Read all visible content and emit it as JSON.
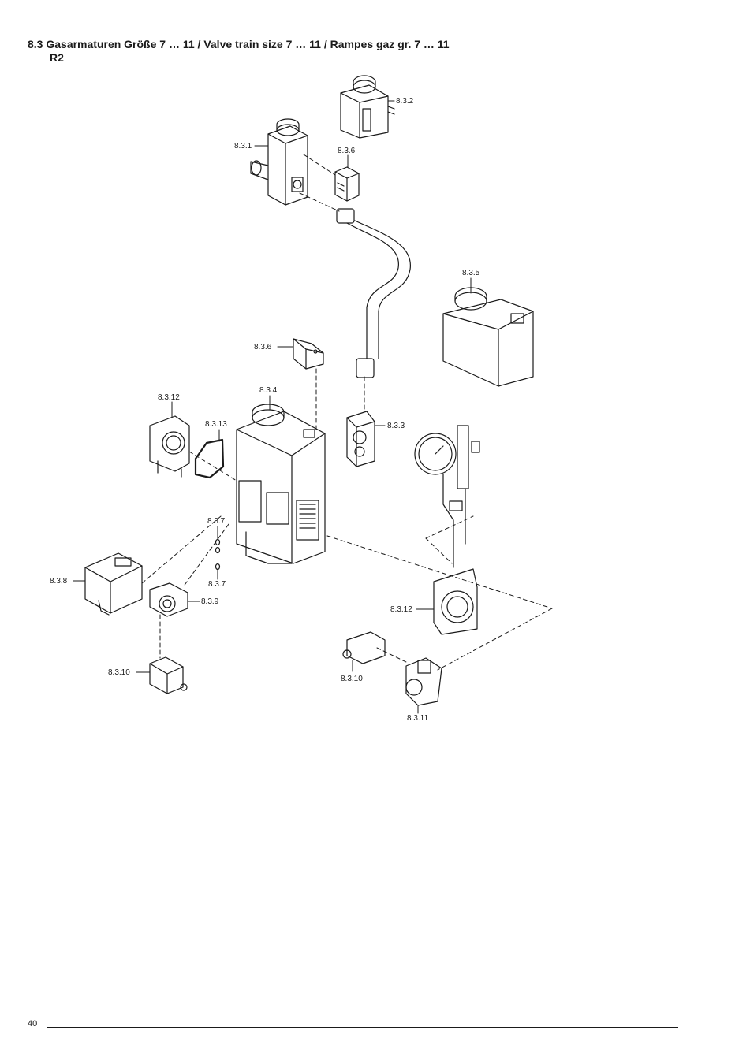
{
  "header": {
    "title_line1": "8.3 Gasarmaturen Größe 7 … 11 / Valve train size 7 … 11 / Rampes gaz gr. 7 … 11",
    "title_line2": "R2"
  },
  "parts": {
    "p831": "8.3.1",
    "p832": "8.3.2",
    "p833": "8.3.3",
    "p834": "8.3.4",
    "p835": "8.3.5",
    "p836a": "8.3.6",
    "p836b": "8.3.6",
    "p837a": "8.3.7",
    "p837b": "8.3.7",
    "p838": "8.3.8",
    "p839": "8.3.9",
    "p8310a": "8.3.10",
    "p8310b": "8.3.10",
    "p8311": "8.3.11",
    "p8312a": "8.3.12",
    "p8312b": "8.3.12",
    "p8313": "8.3.13"
  },
  "footer": {
    "page_number": "40"
  }
}
